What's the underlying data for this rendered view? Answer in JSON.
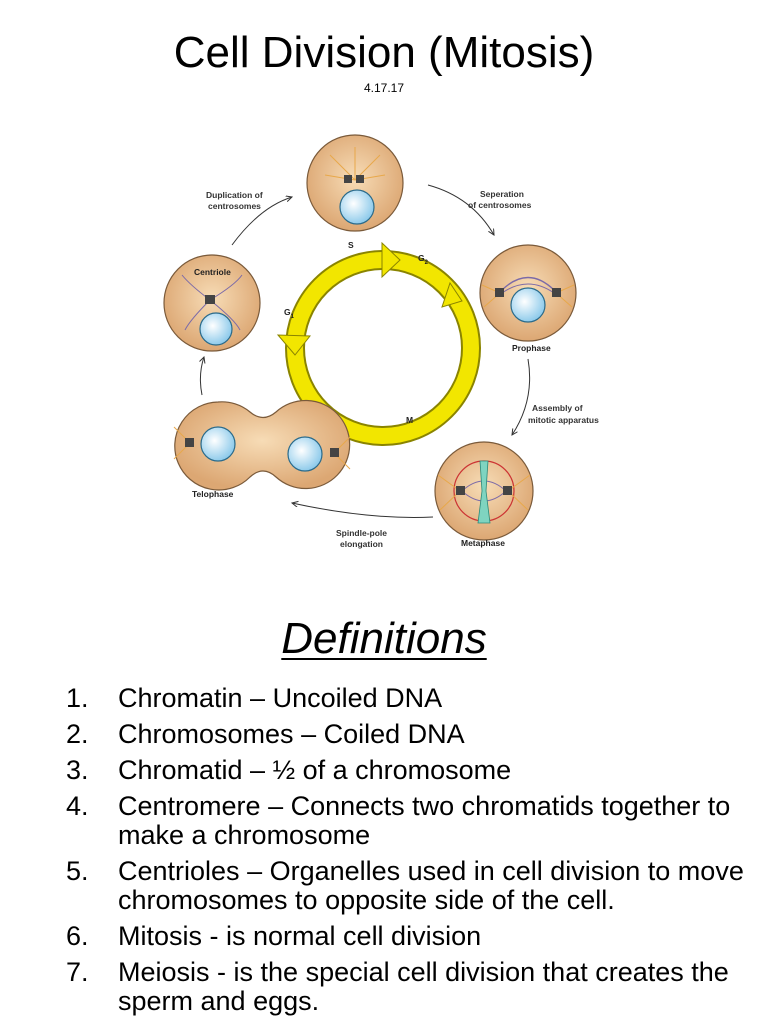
{
  "title": "Cell Division (Mitosis)",
  "date": "4.17.17",
  "diagram": {
    "stage_labels": {
      "centriole": "Centriole",
      "prophase": "Prophase",
      "metaphase": "Metaphase",
      "telophase": "Telophase"
    },
    "arrow_labels": {
      "duplication_line1": "Duplication of",
      "duplication_line2": "centrosomes",
      "separation_line1": "Seperation",
      "separation_line2": "of centrosomes",
      "assembly_line1": "Assembly of",
      "assembly_line2": "mitotic apparatus",
      "spindle_line1": "Spindle-pole",
      "spindle_line2": "elongation"
    },
    "cycle_phases": {
      "s": "S",
      "g2": "G",
      "g2_sub": "2",
      "g1": "G",
      "g1_sub": "1",
      "m": "M"
    },
    "colors": {
      "cell": "#e9c08f",
      "cell_edge": "#7a5a3a",
      "nucleus": "#bfe3f5",
      "cycle": "#f2e600",
      "cycle_edge": "#8a8400",
      "spindle": "#f0a030"
    }
  },
  "definitions_heading": "Definitions",
  "definitions": [
    {
      "num": "1.",
      "term": "Chromatin",
      "sep": " – ",
      "desc": "Uncoiled DNA"
    },
    {
      "num": "2.",
      "term": "Chromosomes",
      "sep": " – ",
      "desc": "Coiled DNA"
    },
    {
      "num": "3.",
      "term": "Chromatid",
      "sep": " – ",
      "desc": "½ of a chromosome"
    },
    {
      "num": "4.",
      "term": "Centromere",
      "sep": " – ",
      "desc": "Connects two chromatids together to make a chromosome"
    },
    {
      "num": "5.",
      "term": "Centrioles",
      "sep": " – ",
      "desc": "Organelles used in cell division to move chromosomes to opposite side of the cell."
    },
    {
      "num": "6.",
      "term": "Mitosis",
      "sep": " - ",
      "desc": "is normal cell division"
    },
    {
      "num": "7.",
      "term": "Meiosis",
      "sep": " - ",
      "desc": "is the special cell division that creates the sperm and eggs."
    }
  ]
}
